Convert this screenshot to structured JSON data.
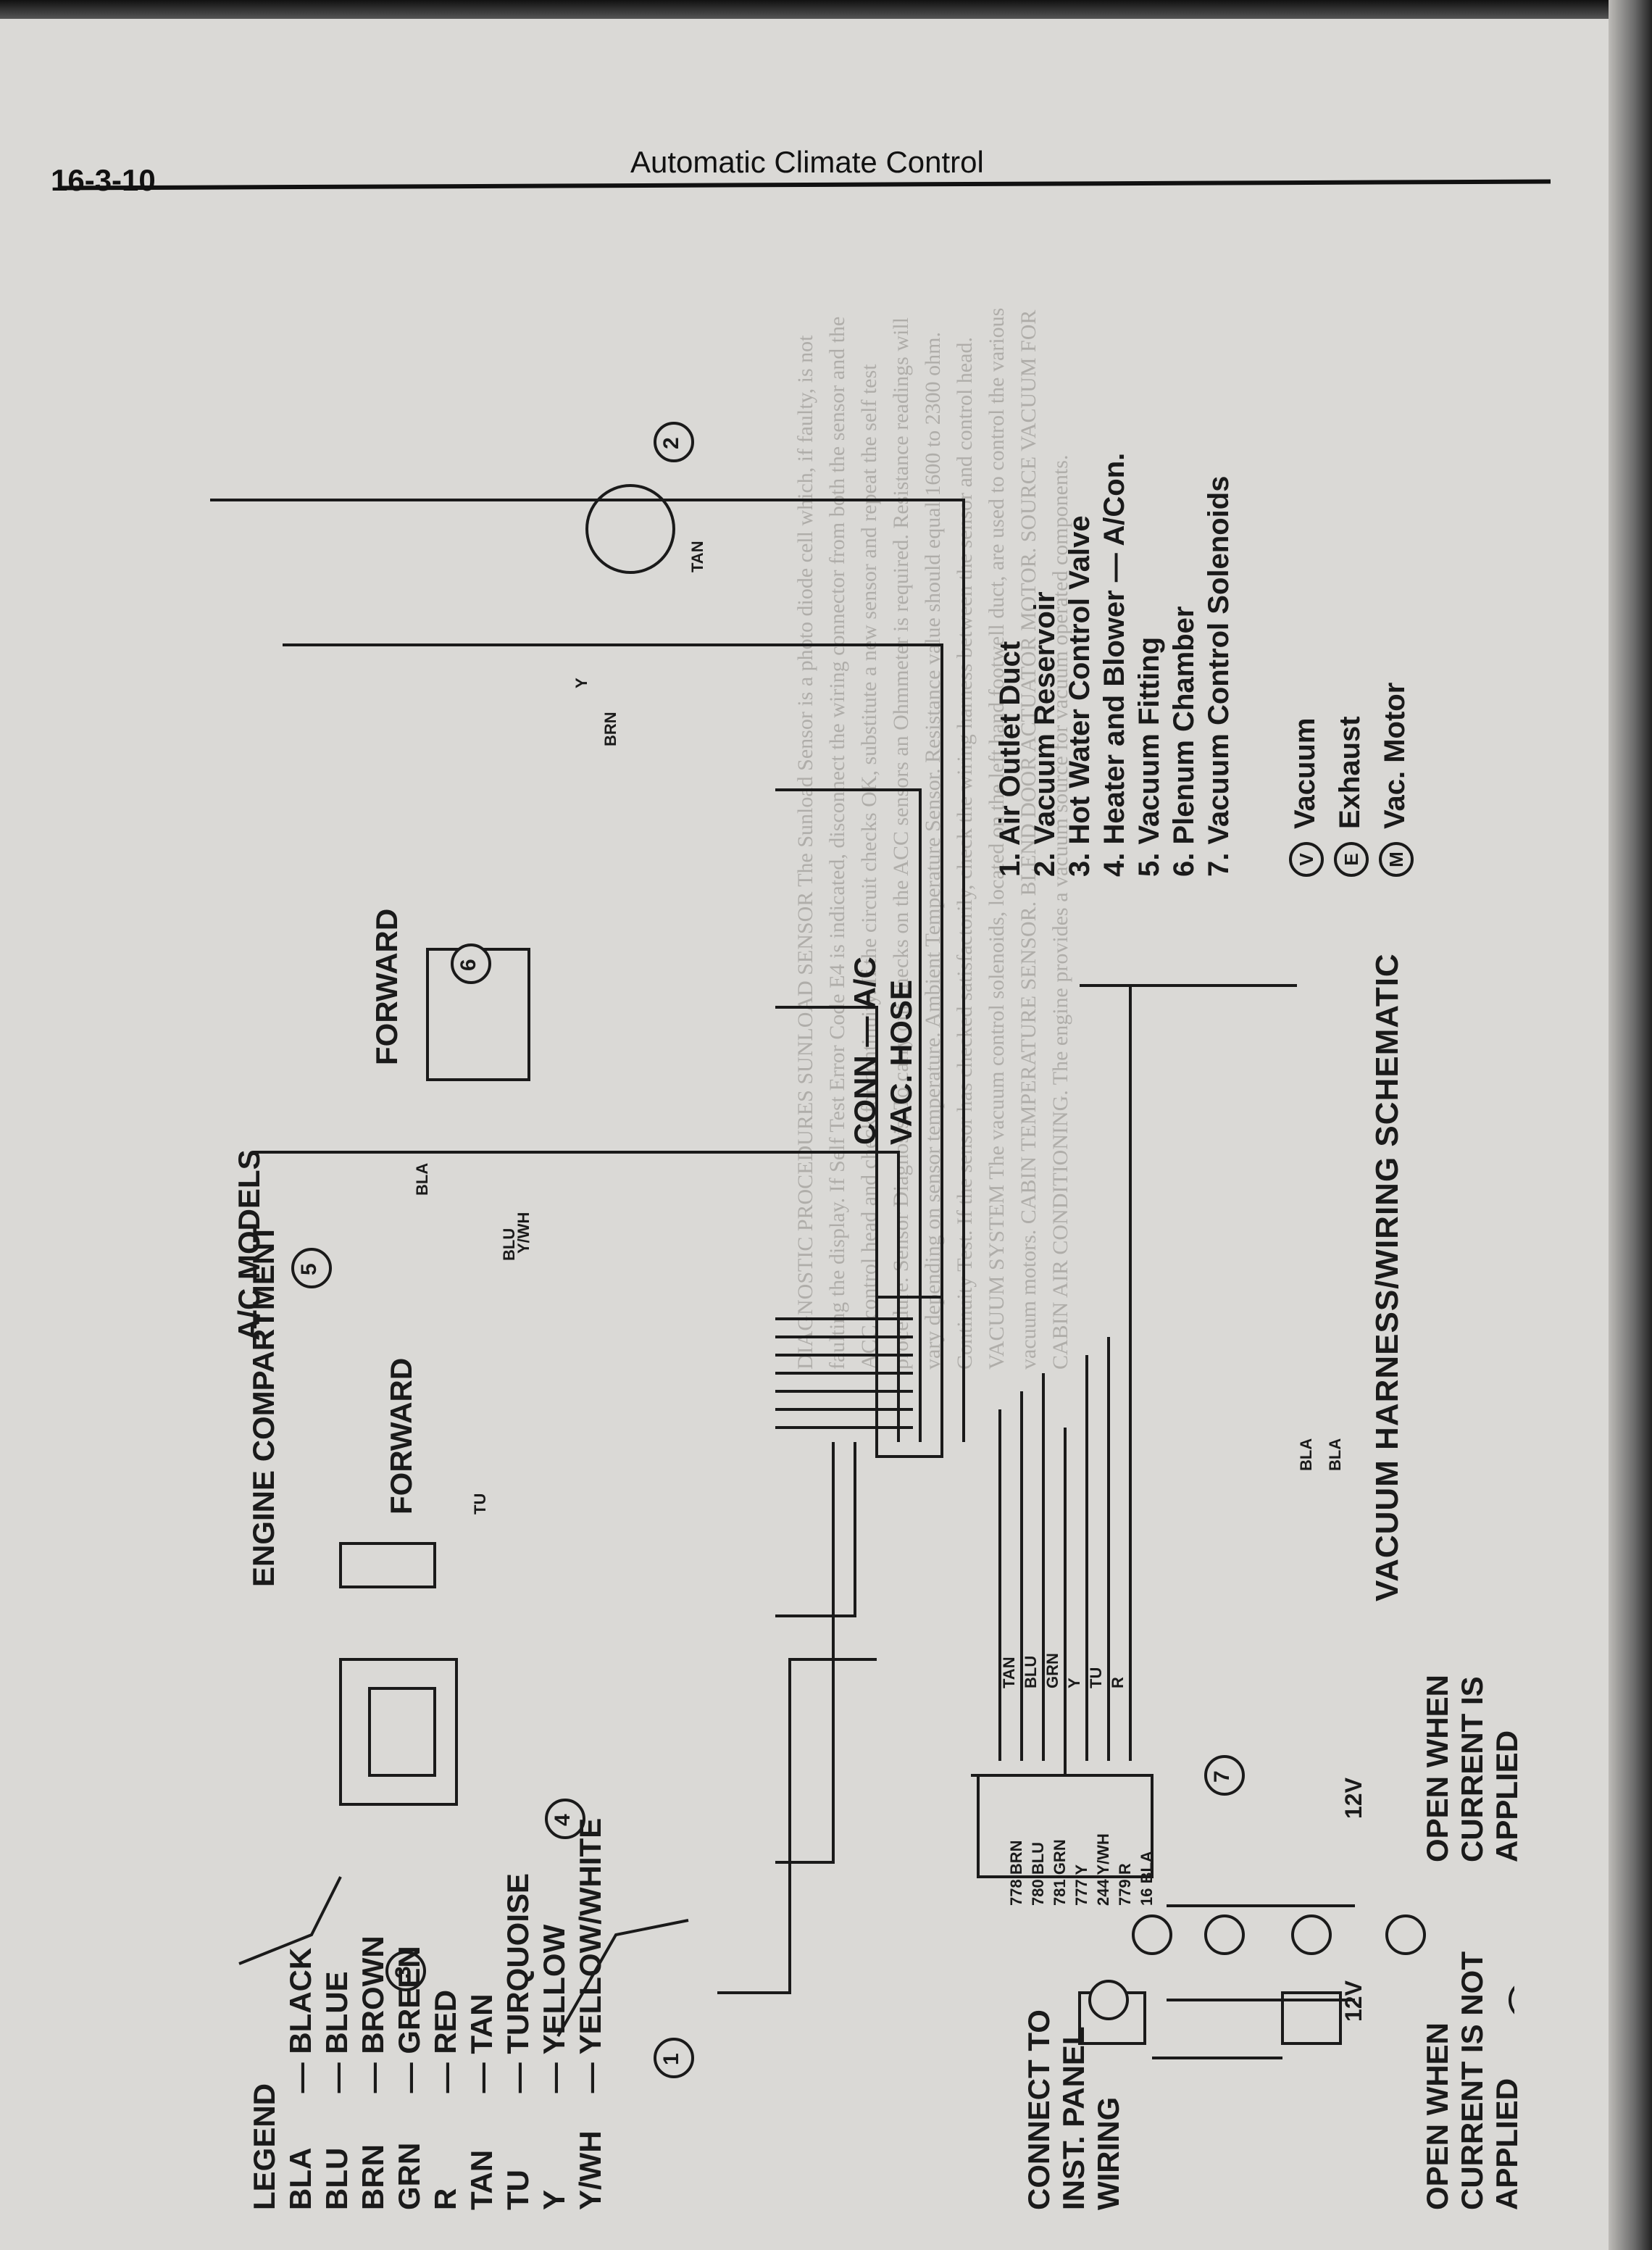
{
  "header": {
    "page_number": "16-3-10",
    "title": "Automatic Climate Control"
  },
  "legend": {
    "title": "LEGEND",
    "items": [
      {
        "abbr": "BLA",
        "meaning": "BLACK"
      },
      {
        "abbr": "BLU",
        "meaning": "BLUE"
      },
      {
        "abbr": "BRN",
        "meaning": "BROWN"
      },
      {
        "abbr": "GRN",
        "meaning": "GREEN"
      },
      {
        "abbr": "R",
        "meaning": "RED"
      },
      {
        "abbr": "TAN",
        "meaning": "TAN"
      },
      {
        "abbr": "TU",
        "meaning": "TURQUOISE"
      },
      {
        "abbr": "Y",
        "meaning": "YELLOW"
      },
      {
        "abbr": "Y/WH",
        "meaning": "YELLOW/WHITE"
      }
    ]
  },
  "diagram": {
    "title": "VACUUM HARNESS/WIRING SCHEMATIC",
    "labels": {
      "engine_compartment": "ENGINE COMPARTMENT",
      "forward_1": "FORWARD",
      "forward_2": "FORWARD",
      "ac_models": "A/C MODELS",
      "conn_ac": "CONN — A/C",
      "vac_hose": "VAC. HOSE",
      "connect_to": "CONNECT TO",
      "inst_panel": "INST. PANEL",
      "wiring": "WIRING",
      "open_not_applied_1": "OPEN WHEN",
      "open_not_applied_2": "CURRENT IS NOT",
      "open_not_applied_3": "APPLIED",
      "open_applied_1": "OPEN WHEN",
      "open_applied_2": "CURRENT IS",
      "open_applied_3": "APPLIED",
      "volt_1": "12V",
      "volt_2": "12V"
    },
    "parts": [
      "1. Air Outlet Duct",
      "2. Vacuum Reservoir",
      "3. Hot Water Control Valve",
      "4. Heater and Blower — A/Con.",
      "5. Vacuum Fitting",
      "6. Plenum Chamber",
      "7. Vacuum Control Solenoids"
    ],
    "symbols": [
      {
        "letter": "V",
        "label": "Vacuum"
      },
      {
        "letter": "E",
        "label": "Exhaust"
      },
      {
        "letter": "M",
        "label": "Vac. Motor"
      }
    ],
    "callouts": [
      "1",
      "2",
      "3",
      "4",
      "5",
      "6",
      "7"
    ],
    "wire_codes": [
      "778 BRN",
      "780 BLU",
      "781 GRN",
      "777 Y",
      "244 Y/WH",
      "779 R",
      "16 BLA"
    ],
    "wire_tags": [
      "TAN",
      "BLU",
      "GRN",
      "Y",
      "TU",
      "R",
      "BLA",
      "BLA",
      "BLA",
      "Y/WH",
      "Y",
      "BRN",
      "TAN",
      "TU",
      "BLU"
    ]
  },
  "background_text": "DIAGNOSTIC PROCEDURES SUNLOAD SENSOR The Sunload Sensor is a photo diode cell which, if faulty, is not faulting the display. If Self Test Error Code E4 is indicated, disconnect the wiring connector from both the sensor and the ACC control head and check for continuity. If the circuit checks OK, substitute a new sensor and repeat the self test procedure. Sensor Diagnosis. To carry out checks on the ACC sensors an Ohmmeter is required. Resistance readings will vary depending on sensor temperature. Ambient Temperature Sensor. Resistance value should equal 1600 to 2300 ohm. Continuity Test. If the sensor has checked satisfactorily, check the wiring harness between the sensor and control head. VACUUM SYSTEM The vacuum control solenoids, located on the left hand footwell duct, are used to control the various vacuum motors. CABIN TEMPERATURE SENSOR. BLEND DOOR ACTUATOR MOTOR. SOURCE VACUUM FOR CABIN AIR CONDITIONING. The engine provides a vacuum source for vacuum operated components."
}
